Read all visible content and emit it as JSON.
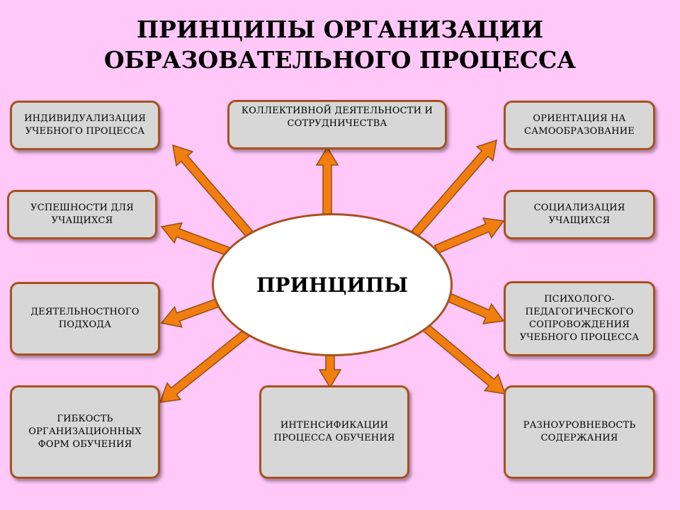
{
  "title": {
    "line1": "ПРИНЦИПЫ ОРГАНИЗАЦИИ",
    "line2": "ОБРАЗОВАТЕЛЬНОГО ПРОЦЕССА"
  },
  "center_label": "ПРИНЦИПЫ",
  "principles": [
    {
      "id": "individualization",
      "text": "ИНДИВИДУАЛИЗАЦИЯ УЧЕБНОГО ПРОЦЕССА"
    },
    {
      "id": "collective",
      "text": "КОЛЛЕКТИВНОЙ ДЕЯТЕЛЬНОСТИ И СОТРУДНИЧЕСТВА"
    },
    {
      "id": "self-education",
      "text": "ОРИЕНТАЦИЯ НА САМООБРАЗОВАНИЕ"
    },
    {
      "id": "success",
      "text": "УСПЕШНОСТИ ДЛЯ УЧАЩИХСЯ"
    },
    {
      "id": "socialization",
      "text": "СОЦИАЛИЗАЦИЯ УЧАЩИХСЯ"
    },
    {
      "id": "activity",
      "text": "ДЕЯТЕЛЬНОСТНОГО ПОДХОДА"
    },
    {
      "id": "support",
      "text": "ПСИХОЛОГО-ПЕДАГОГИЧЕСКОГО СОПРОВОЖДЕНИЯ УЧЕБНОГО ПРОЦЕССА"
    },
    {
      "id": "flexibility",
      "text": "ГИБКОСТЬ ОРГАНИЗАЦИОННЫХ ФОРМ ОБУЧЕНИЯ"
    },
    {
      "id": "intensification",
      "text": "ИНТЕНСИФИКАЦИИ ПРОЦЕССА ОБУЧЕНИЯ"
    },
    {
      "id": "multilevel",
      "text": "РАЗНОУРОВНЕВОСТЬ СОДЕРЖАНИЯ"
    }
  ],
  "colors": {
    "background": "#FFC8F8",
    "box_fill": "#D7D7D7",
    "box_border": "#A8511E",
    "arrow_fill": "#F07F10",
    "arrow_outline": "#9A4A12",
    "ellipse_fill": "#FFFFFF"
  }
}
